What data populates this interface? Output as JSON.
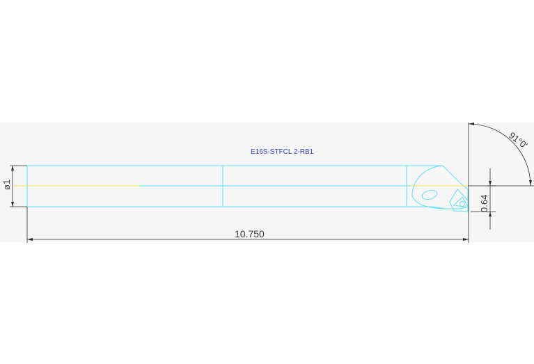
{
  "drawing": {
    "part_number": "E16S-STFCL 2-RB1",
    "dimensions": {
      "diameter": "ø1",
      "overall_length": "10.750",
      "offset": "0.64",
      "angle": "91°0'"
    }
  },
  "colors": {
    "background": "#ffffff",
    "drawing_band": "#f6f6f6",
    "tool_outline": "#5fe3f0",
    "centerline": "#f4e44a",
    "dimension_lines": "#2b2b2b",
    "part_label": "#3a3ad0"
  }
}
